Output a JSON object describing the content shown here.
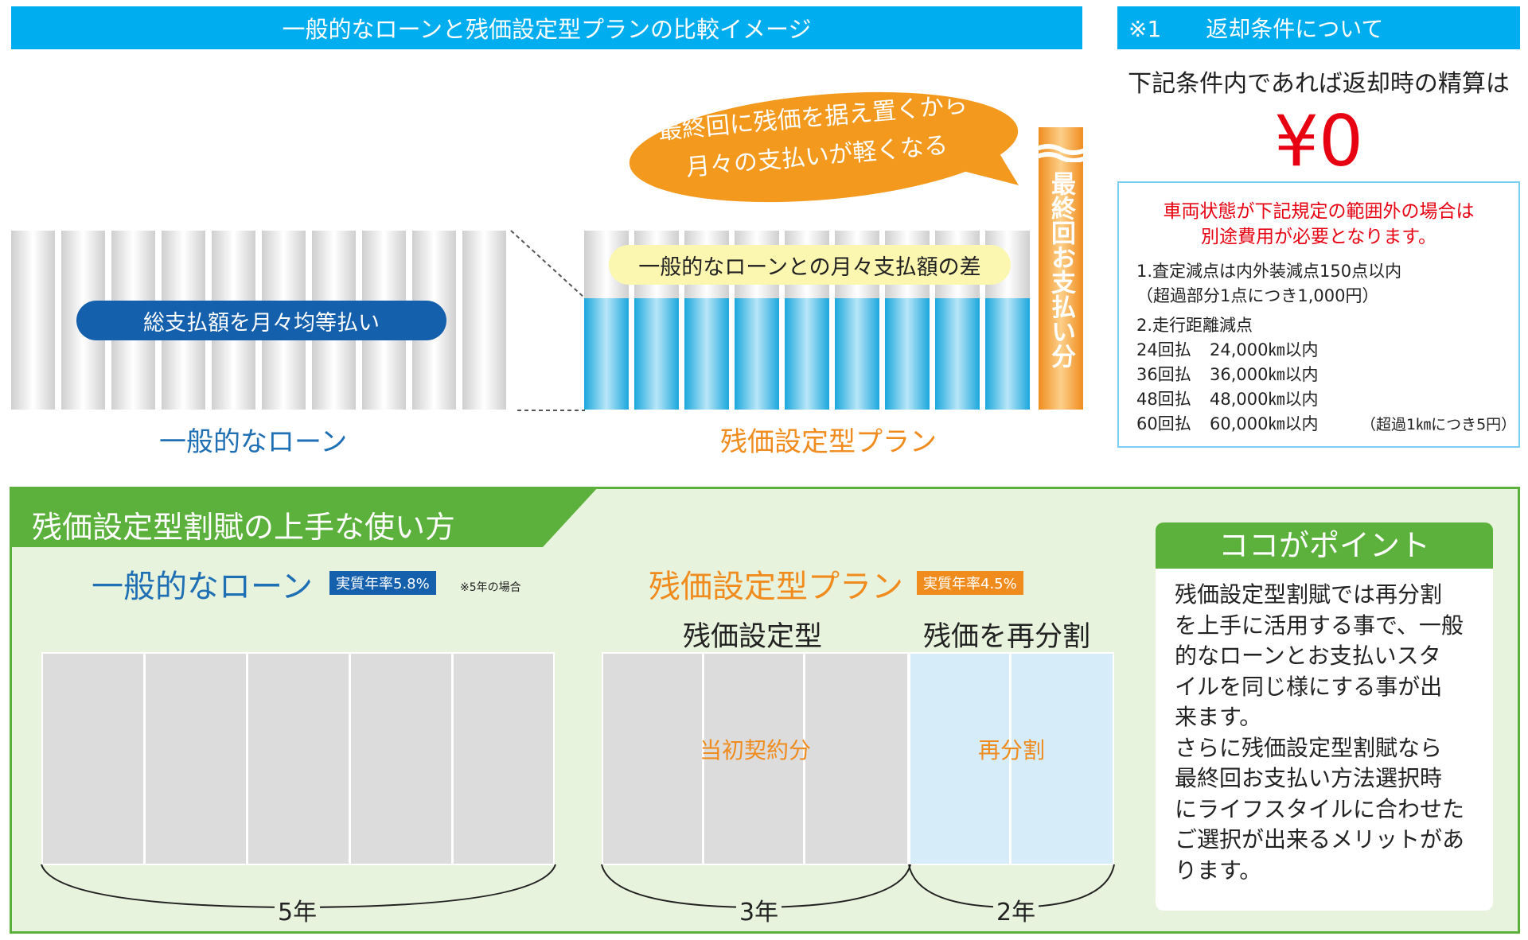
{
  "comparison": {
    "header": "一般的なローンと残価設定型プランの比較イメージ",
    "loan_bar_label": "総支払額を月々均等払い",
    "loan_caption": "一般的なローン",
    "plan_caption": "残価設定型プラン",
    "diff_label": "一般的なローンとの月々支払額の差",
    "bubble_line1": "最終回に残価を据え置くから",
    "bubble_line2": "月々の支払いが軽くなる",
    "final_payment_label": "最終回お支払い分"
  },
  "return_conditions": {
    "header": "※1　　返却条件について",
    "lead": "下記条件内であれば返却時の精算は",
    "amount": "¥0",
    "warning_line1": "車両状態が下記規定の範囲外の場合は",
    "warning_line2": "別途費用が必要となります。",
    "item1": "1.査定減点は内外装減点150点以内",
    "item1_note": "（超過部分1点につき1,000円）",
    "item2": "2.走行距離減点",
    "mileage": [
      {
        "term": "24回払",
        "limit": "24,000㎞以内"
      },
      {
        "term": "36回払",
        "limit": "36,000㎞以内"
      },
      {
        "term": "48回払",
        "limit": "48,000㎞以内"
      },
      {
        "term": "60回払",
        "limit": "60,000㎞以内"
      }
    ],
    "mileage_note": "（超過1㎞につき5円）"
  },
  "usage": {
    "title": "残価設定型割賦の上手な使い方",
    "loan_title": "一般的なローン",
    "loan_rate": "実質年率5.8%",
    "loan_rate_note": "※5年の場合",
    "plan_title": "残価設定型プラン",
    "plan_rate": "実質年率4.5%",
    "plan_sub1": "残価設定型",
    "plan_sub2": "残価を再分割",
    "initial_label": "当初契約分",
    "resplit_label": "再分割",
    "loan_years": "5年",
    "plan_years1": "3年",
    "plan_years2": "2年"
  },
  "point": {
    "title": "ココがポイント",
    "lines": [
      "残価設定型割賦では再分割",
      "を上手に活用する事で、一般",
      "的なローンとお支払いスタ",
      "イルを同じ様にする事が出",
      "来ます。",
      "さらに残価設定型割賦なら",
      "最終回お支払い方法選択時",
      "にライフスタイルに合わせた",
      "ご選択が出来るメリットがあ",
      "ります。"
    ]
  },
  "colors": {
    "header_blue": "#00aeef",
    "loan_blue": "#1f6fb4",
    "plan_orange": "#f08c1e",
    "green": "#5bb13b",
    "red": "#e60012"
  }
}
